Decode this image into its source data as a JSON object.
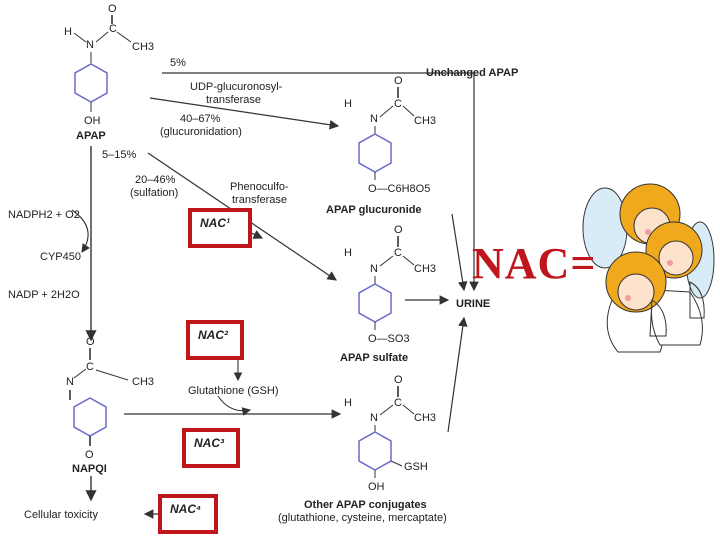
{
  "apap": {
    "name": "APAP",
    "atoms": {
      "H": "H",
      "N": "N",
      "C": "C",
      "O": "O",
      "CH3": "CH3",
      "OH": "OH"
    }
  },
  "pathways": {
    "unchanged_pct": "5%",
    "unchanged_label": "Unchanged APAP",
    "ugt_enzyme_line1": "UDP-glucuronosyl-",
    "ugt_enzyme_line2": "transferase",
    "gluc_pct": "40–67%",
    "gluc_word": "(glucuronidation)",
    "cyp_pct": "5–15%",
    "sulf_pct": "20–46%",
    "sulf_word": "(sulfation)",
    "sult_line1": "Phenoculfo-",
    "sult_line2": "transferase"
  },
  "cofactors": {
    "nadph": "NADPH2 + O2",
    "cyp": "CYP450",
    "nadp": "NADP + 2H2O"
  },
  "products": {
    "glucuronide_sub": "O—C6H8O5",
    "glucuronide_name": "APAP glucuronide",
    "sulfate_sub": "O—SO3",
    "sulfate_name": "APAP sulfate",
    "urine": "URINE",
    "gsh_conj_sub": "GSH",
    "gsh_conj_oh": "OH",
    "conj_name": "Other APAP conjugates",
    "conj_detail": "(glutathione, cysteine, mercaptate)",
    "ch3": "CH3"
  },
  "napqi": {
    "name": "NAPQI",
    "glutathione": "Glutathione (GSH)",
    "toxicity": "Cellular toxicity"
  },
  "nac_boxes": [
    "NAC¹",
    "NAC²",
    "NAC³",
    "NAC⁴"
  ],
  "nac_big": "NAC=",
  "colors": {
    "box_red": "#c0161b",
    "ring_blue": "#6a6acb",
    "angel_hair": "#f0a81c"
  }
}
